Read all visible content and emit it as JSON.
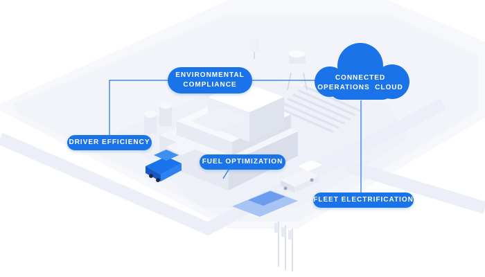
{
  "diagram": {
    "labels": {
      "environmental_compliance": [
        "ENVIRONMENTAL",
        "COMPLIANCE"
      ],
      "connected_operations_cloud": [
        "CONNECTED",
        "OPERATIONS  CLOUD"
      ],
      "driver_efficiency": "DRIVER EFFICIENCY",
      "fuel_optimization": "FUEL OPTIMIZATION",
      "fleet_electrification": "FLEET ELECTRIFICATION"
    },
    "colors": {
      "accent": "#1a73e8",
      "connector": "#1a73e8",
      "building": "#f0f2f8",
      "ground": "#eef1f8",
      "road": "#f6f7fb",
      "truck": "#1a73e8",
      "lane_highlight": "#6b9cf0"
    }
  }
}
